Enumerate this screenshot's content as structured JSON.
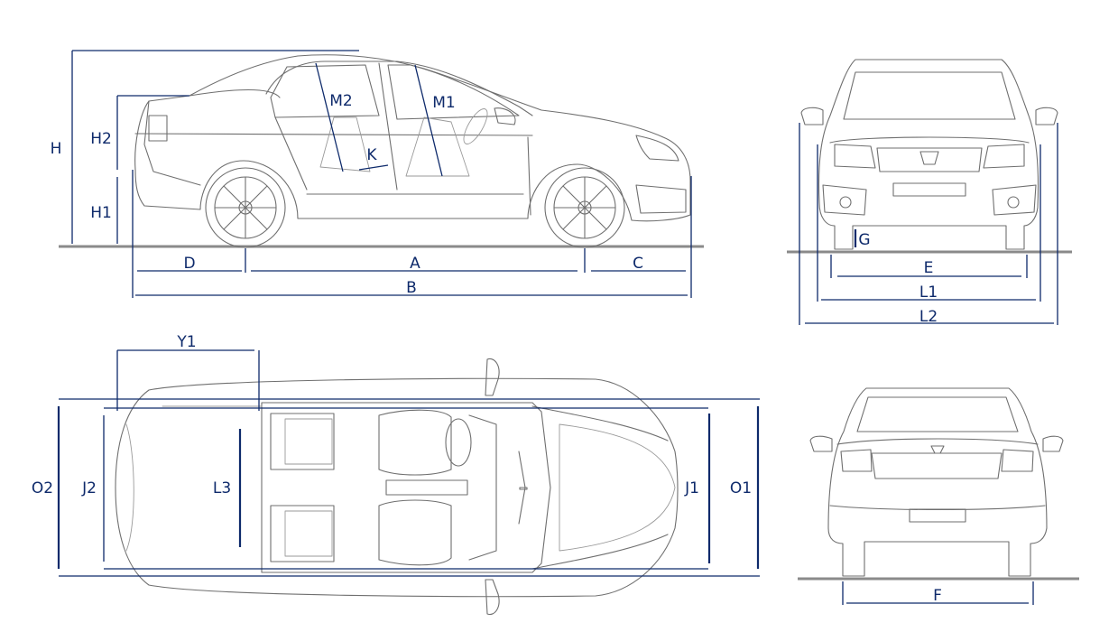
{
  "labels": {
    "H": "H",
    "H1": "H1",
    "H2": "H2",
    "M1": "M1",
    "M2": "M2",
    "K": "K",
    "D": "D",
    "A": "A",
    "C": "C",
    "B": "B",
    "G": "G",
    "E": "E",
    "L1": "L1",
    "L2": "L2",
    "F": "F",
    "Y1": "Y1",
    "O1": "O1",
    "O2": "O2",
    "J1": "J1",
    "J2": "J2",
    "L3": "L3"
  },
  "colors": {
    "dimension": "#0e2a6b",
    "outline": "#6f6f6f",
    "ground": "#8a8a8a"
  }
}
